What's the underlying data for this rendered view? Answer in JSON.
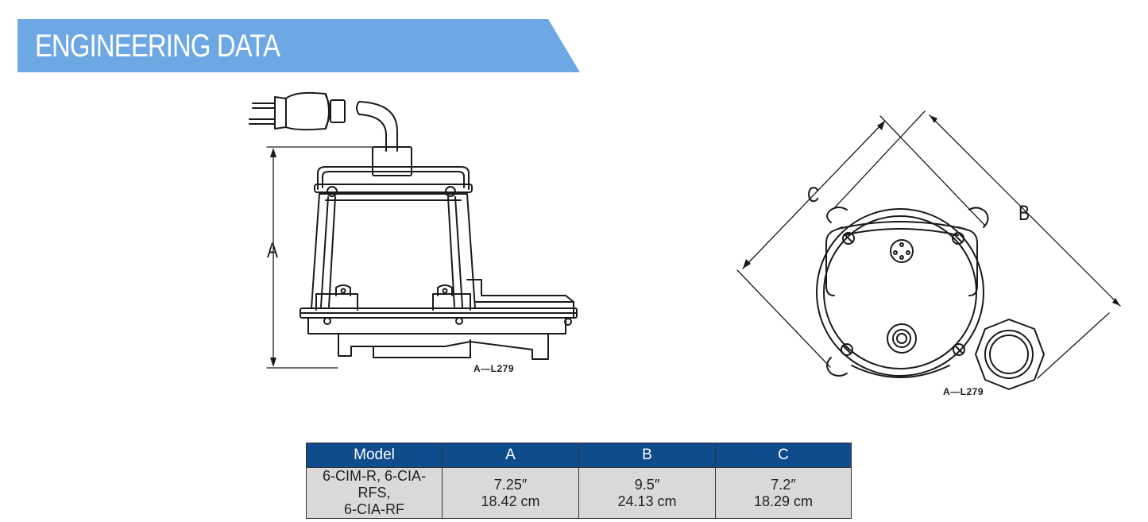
{
  "header": {
    "title": "ENGINEERING DATA"
  },
  "colors": {
    "banner": "#6ea8e4",
    "table_header": "#0f4c8c",
    "table_body": "#d9d9d9",
    "line": "#1a1a1a"
  },
  "side_view": {
    "dim_label": "A",
    "figure_code": "A—L279"
  },
  "top_view": {
    "dim_labels": [
      "C",
      "B"
    ],
    "figure_code": "A—L279"
  },
  "table": {
    "columns": [
      "Model",
      "A",
      "B",
      "C"
    ],
    "rows": [
      {
        "model": [
          "6-CIM-R, 6-CIA-RFS,",
          "6-CIA-RF"
        ],
        "a": [
          "7.25″",
          "18.42 cm"
        ],
        "b": [
          "9.5″",
          "24.13 cm"
        ],
        "c": [
          "7.2″",
          "18.29 cm"
        ]
      }
    ]
  }
}
